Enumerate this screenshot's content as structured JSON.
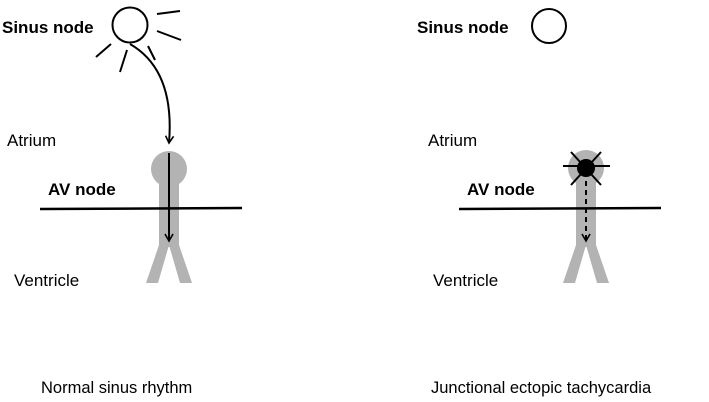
{
  "panels": [
    {
      "sinus_label": "Sinus node",
      "atrium_label": "Atrium",
      "av_label": "AV node",
      "ventricle_label": "Ventricle",
      "caption": "Normal sinus rhythm",
      "sinus_state": "active-rays",
      "av_state": "conducting-arrow"
    },
    {
      "sinus_label": "Sinus node",
      "atrium_label": "Atrium",
      "av_label": "AV node",
      "ventricle_label": "Ventricle",
      "caption": "Junctional ectopic tachycardia",
      "sinus_state": "silent-circle",
      "av_state": "ectopic-focus"
    }
  ],
  "colors": {
    "conduction_gray": "#b3b3b3",
    "ink": "#000000"
  }
}
